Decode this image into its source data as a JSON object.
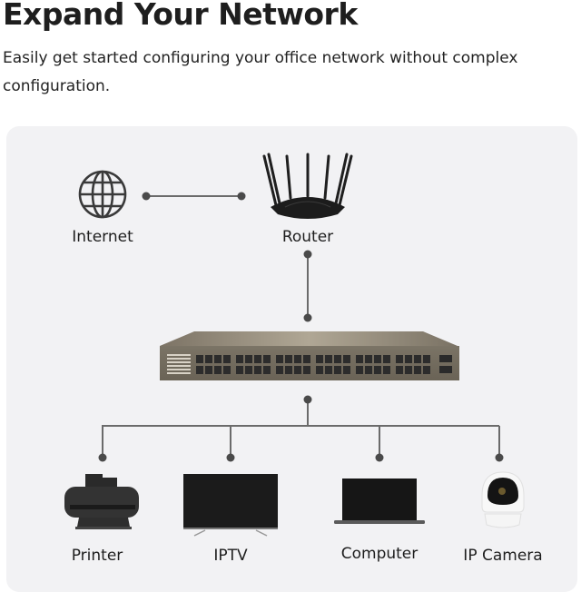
{
  "header": {
    "title": "Expand Your Network",
    "subtitle": "Easily get started configuring your office network without complex configuration."
  },
  "diagram": {
    "nodes": {
      "internet": {
        "label": "Internet",
        "icon": "globe-icon"
      },
      "router": {
        "label": "Router",
        "icon": "router-icon"
      },
      "switch": {
        "label": "",
        "icon": "network-switch-icon"
      },
      "printer": {
        "label": "Printer",
        "icon": "printer-icon"
      },
      "iptv": {
        "label": "IPTV",
        "icon": "tv-icon"
      },
      "computer": {
        "label": "Computer",
        "icon": "laptop-icon"
      },
      "ipcamera": {
        "label": "IP Camera",
        "icon": "ip-camera-icon"
      }
    },
    "edges": [
      [
        "internet",
        "router"
      ],
      [
        "router",
        "switch"
      ],
      [
        "switch",
        "printer"
      ],
      [
        "switch",
        "iptv"
      ],
      [
        "switch",
        "computer"
      ],
      [
        "switch",
        "ipcamera"
      ]
    ],
    "colors": {
      "link": "#6b6b6b",
      "dot": "#4a4a4a",
      "panel": "#f2f2f4"
    }
  }
}
